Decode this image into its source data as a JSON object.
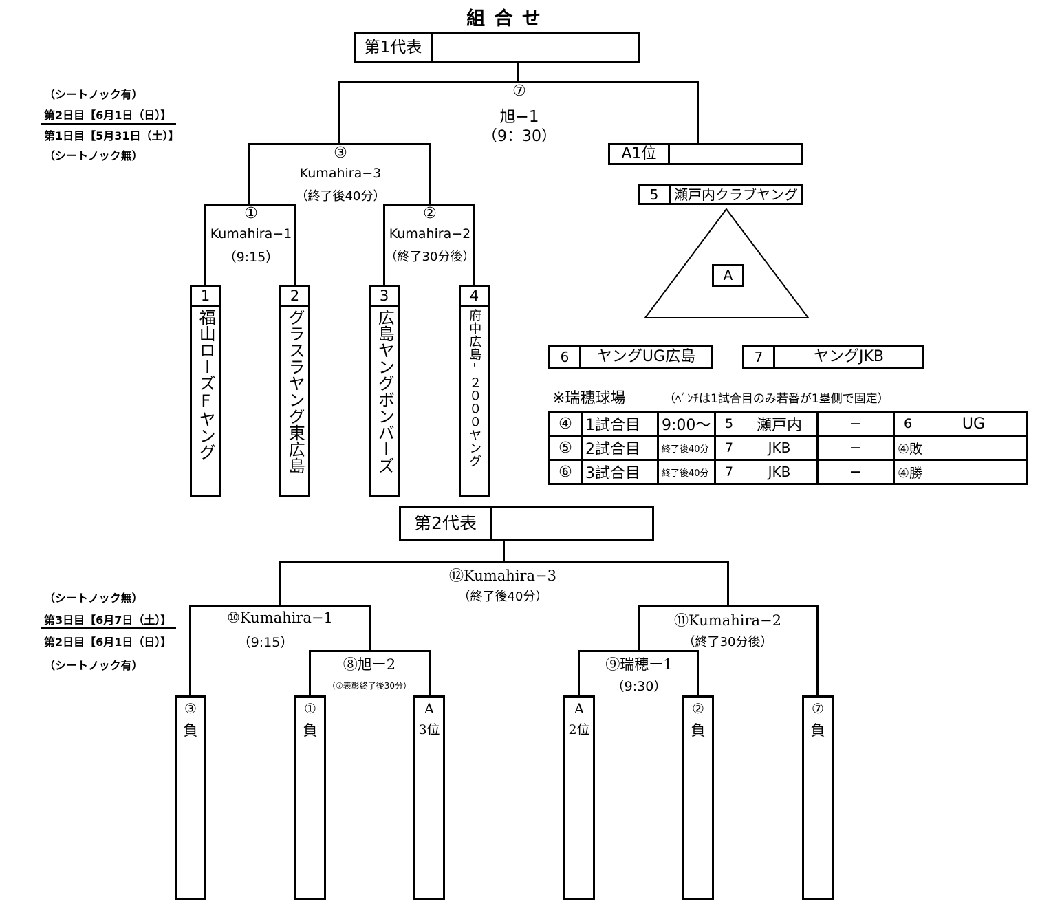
{
  "title": "組 合 せ",
  "part1": {
    "rep_label": "第1代表",
    "notes": {
      "line1": "（シートノック有）",
      "line2": "第2日目【6月1日（日）】",
      "line3": "第1日目【5月31日（土）】",
      "line4": "（シートノック無）"
    },
    "game7": {
      "num": "⑦",
      "venue": "旭−1",
      "time": "（9：30）"
    },
    "game3": {
      "num": "③",
      "venue": "Kumahira−3",
      "time": "（終了後40分）"
    },
    "game1": {
      "num": "①",
      "venue": "Kumahira−1",
      "time": "（9:15）"
    },
    "game2": {
      "num": "②",
      "venue": "Kumahira−2",
      "time": "（終了30分後）"
    },
    "teams": [
      {
        "num": "1",
        "name": "福山ローズFヤング"
      },
      {
        "num": "2",
        "name": "グラスラヤング東広島"
      },
      {
        "num": "3",
        "name": "広島ヤングボンバーズ"
      },
      {
        "num": "4",
        "name": "府中広島'２０００ヤング"
      }
    ],
    "a1_label": "A1位",
    "group": {
      "team5_num": "5",
      "team5_name": "瀬戸内クラブヤング",
      "label": "A",
      "team6_num": "6",
      "team6_name": "ヤングUG広島",
      "team7_num": "7",
      "team7_name": "ヤングJKB"
    },
    "venue_note": {
      "title": "※瑞穂球場",
      "sub": "（ﾍﾞﾝﾁは1試合目のみ若番が1塁側で固定）"
    },
    "schedule": [
      {
        "num": "④",
        "game": "1試合目",
        "time": "9:00〜",
        "home_num": "5",
        "home": "瀬戸内",
        "dash": "−",
        "away_num": "6",
        "away": "UG"
      },
      {
        "num": "⑤",
        "game": "2試合目",
        "time": "終了後40分",
        "home_num": "7",
        "home": "JKB",
        "dash": "−",
        "away_num": "",
        "away": "④敗"
      },
      {
        "num": "⑥",
        "game": "3試合目",
        "time": "終了後40分",
        "home_num": "7",
        "home": "JKB",
        "dash": "−",
        "away_num": "",
        "away": "④勝"
      }
    ]
  },
  "part2": {
    "rep_label": "第2代表",
    "notes": {
      "line1": "（シートノック無）",
      "line2": "第3日目【6月7日（土）】",
      "line3": "第2日目【6月1日（日）】",
      "line4": "（シートノック有）"
    },
    "game12": {
      "label": "⑫Kumahira−3",
      "time": "（終了後40分）"
    },
    "game10": {
      "label": "⑩Kumahira−1",
      "time": "（9:15）"
    },
    "game11": {
      "label": "⑪Kumahira−2",
      "time": "（終了30分後）"
    },
    "game8": {
      "label": "⑧旭ー2",
      "time": "（⑦表彰終了後30分）"
    },
    "game9": {
      "label": "⑨瑞穂ー1",
      "time": "（9:30）"
    },
    "slots": [
      {
        "a": "③",
        "b": "負"
      },
      {
        "a": "①",
        "b": "負"
      },
      {
        "a": "A",
        "b": "3位"
      },
      {
        "a": "A",
        "b": "2位"
      },
      {
        "a": "②",
        "b": "負"
      },
      {
        "a": "⑦",
        "b": "負"
      }
    ]
  }
}
